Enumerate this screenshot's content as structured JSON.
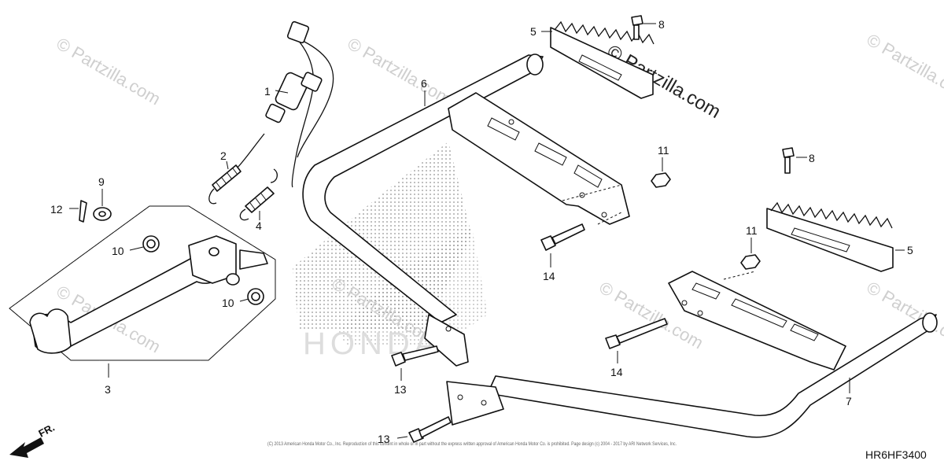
{
  "diagram": {
    "code": "HR6HF3400",
    "direction_label": "FR.",
    "brand_mark": "HONDA",
    "copyright": "(C) 2013 American Honda Motor Co., Inc. Reproduction of this content in whole or in part without the express written approval of American Honda Motor Co. is prohibited. Page design (c) 2004 - 2017 by ARI Network Services, Inc.",
    "watermarks": [
      "© Partzilla.com",
      "© Partzilla.com",
      "© Partzilla.com",
      "© Partzilla.com",
      "© Partzilla.com",
      "© Partzilla.com",
      "© Partzilla.com",
      "© Partzilla.com"
    ],
    "callouts": [
      {
        "id": "c1",
        "label": "1"
      },
      {
        "id": "c2",
        "label": "2"
      },
      {
        "id": "c3",
        "label": "3"
      },
      {
        "id": "c4",
        "label": "4"
      },
      {
        "id": "c5a",
        "label": "5"
      },
      {
        "id": "c5b",
        "label": "5"
      },
      {
        "id": "c6",
        "label": "6"
      },
      {
        "id": "c7",
        "label": "7"
      },
      {
        "id": "c8a",
        "label": "8"
      },
      {
        "id": "c8b",
        "label": "8"
      },
      {
        "id": "c9",
        "label": "9"
      },
      {
        "id": "c10a",
        "label": "10"
      },
      {
        "id": "c10b",
        "label": "10"
      },
      {
        "id": "c11a",
        "label": "11"
      },
      {
        "id": "c11b",
        "label": "11"
      },
      {
        "id": "c12",
        "label": "12"
      },
      {
        "id": "c13a",
        "label": "13"
      },
      {
        "id": "c13b",
        "label": "13"
      },
      {
        "id": "c14a",
        "label": "14"
      },
      {
        "id": "c14b",
        "label": "14"
      }
    ]
  }
}
